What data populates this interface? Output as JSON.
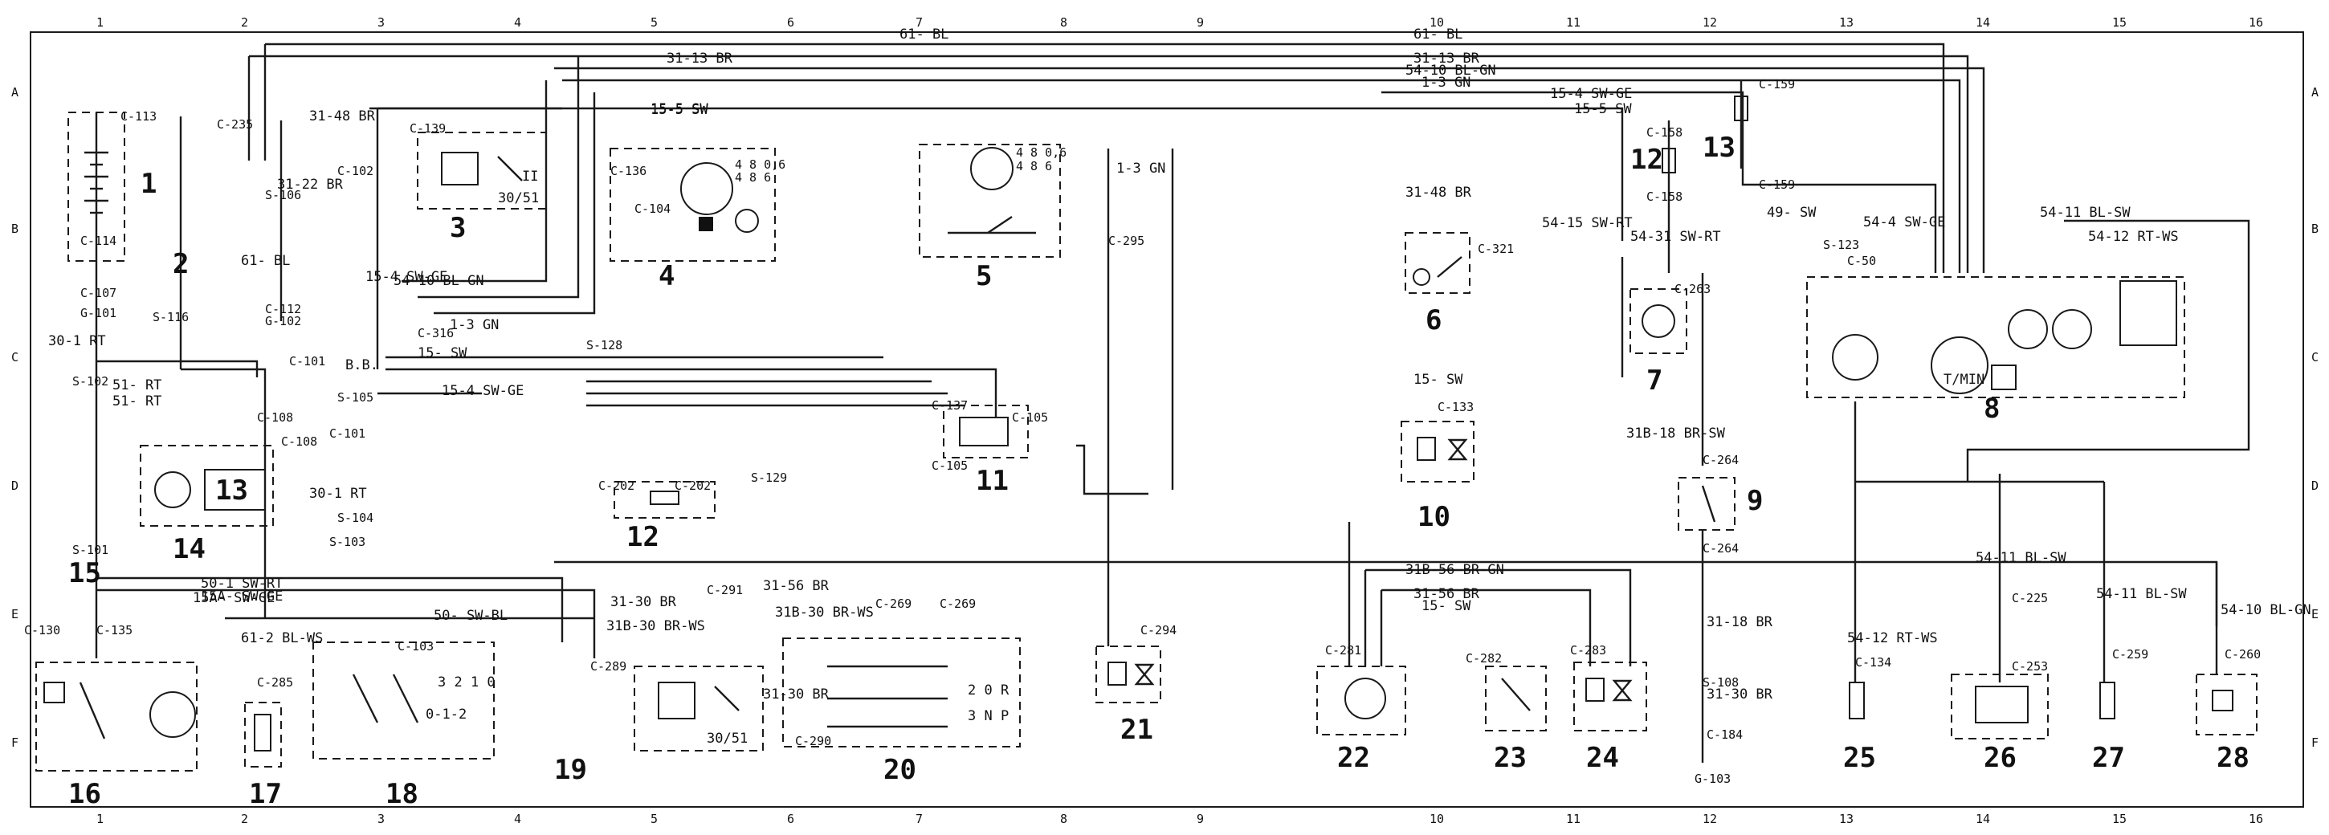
{
  "grid": {
    "cols_top": [
      "1",
      "2",
      "3",
      "4",
      "5",
      "6",
      "7",
      "8",
      "9",
      "10",
      "11",
      "12",
      "13",
      "14",
      "15",
      "16"
    ],
    "cols_bottom": [
      "1",
      "2",
      "3",
      "4",
      "5",
      "6",
      "7",
      "8",
      "9",
      "10",
      "11",
      "12",
      "13",
      "14",
      "15",
      "16"
    ],
    "rows_left": [
      "A",
      "B",
      "C",
      "D",
      "E",
      "F"
    ],
    "rows_right": [
      "A",
      "B",
      "C",
      "D",
      "E",
      "F"
    ]
  },
  "top_bus": [
    "61- BL",
    "31-13 BR",
    "54-10 BL-GN",
    "1-3 GN",
    "15-4 SW-GE",
    "15-5 SW"
  ],
  "bus_right_labels": [
    "61- BL",
    "31-13 BR",
    "54-10 BL-GN",
    "1-3 GN",
    "15-4 SW-GE",
    "15-5 SW"
  ],
  "wire_labels": [
    "31-48 BR",
    "31-22 BR",
    "61- BL",
    "30-1 RT",
    "51- RT",
    "51- RT",
    "30-1 RT",
    "15-4 SW-GE",
    "B.B.",
    "15-5 SW",
    "15- SW",
    "1-3 GN",
    "54-10 BL-GN",
    "15-4 SW-GE",
    "50-1 SW-RT",
    "15A- SW-GE",
    "61-2 BL-WS",
    "50- SW-BL",
    "31-30 BR",
    "31B-30 BR-WS",
    "31-56 BR",
    "31B-30 BR-WS",
    "31-30 BR",
    "54-15 SW-RT",
    "54-31 SW-RT",
    "49- SW",
    "54-4 SW-GE",
    "54-11 BL-SW",
    "54-12 RT-WS",
    "31B-18 BR-SW",
    "31-18 BR",
    "31-30 BR",
    "31B-56 BR-GN",
    "31-56 BR",
    "15- SW",
    "54-12 RT-WS",
    "54-11 BL-SW",
    "54-11 BL-SW",
    "54-10 BL-GN",
    "15A- SW-GE",
    "31-48 BR",
    "1-3 GN",
    "15- SW"
  ],
  "connectors": [
    "C-113",
    "C-114",
    "C-107",
    "G-101",
    "S-116",
    "C-235",
    "C-139",
    "C-102",
    "S-106",
    "C-112",
    "G-102",
    "C-316",
    "C-101",
    "S-105",
    "S-102",
    "C-108",
    "C-108",
    "S-101",
    "C-101",
    "S-104",
    "S-103",
    "C-130",
    "C-135",
    "C-285",
    "C-103",
    "C-289",
    "C-291",
    "C-290",
    "C-269",
    "C-269",
    "C-136",
    "C-104",
    "S-128",
    "C-202",
    "C-202",
    "S-129",
    "C-137",
    "C-105",
    "C-105",
    "C-295",
    "C-294",
    "C-321",
    "C-133",
    "C-158",
    "C-158",
    "C-159",
    "C-159",
    "C-263",
    "C-264",
    "C-264",
    "S-108",
    "C-184",
    "G-103",
    "S-123",
    "C-50",
    "C-281",
    "C-282",
    "C-283",
    "C-134",
    "C-225",
    "C-253",
    "C-259",
    "C-260"
  ],
  "components": [
    {
      "num": "1"
    },
    {
      "num": "2"
    },
    {
      "num": "3"
    },
    {
      "num": "4"
    },
    {
      "num": "5"
    },
    {
      "num": "6"
    },
    {
      "num": "7"
    },
    {
      "num": "8"
    },
    {
      "num": "9"
    },
    {
      "num": "10"
    },
    {
      "num": "11"
    },
    {
      "num": "12"
    },
    {
      "num": "13"
    },
    {
      "num": "14"
    },
    {
      "num": "15"
    },
    {
      "num": "16"
    },
    {
      "num": "17"
    },
    {
      "num": "18"
    },
    {
      "num": "19"
    },
    {
      "num": "20"
    },
    {
      "num": "21"
    },
    {
      "num": "22"
    },
    {
      "num": "23"
    },
    {
      "num": "24"
    },
    {
      "num": "25"
    },
    {
      "num": "26"
    },
    {
      "num": "27"
    },
    {
      "num": "28"
    }
  ],
  "fuse_labels": [
    "12",
    "13"
  ],
  "misc_labels": [
    "T/MIN",
    "30/51",
    "30/51",
    "II",
    "0-1-2",
    "3 2 1 0",
    "2 0 R",
    "3 N P",
    "4 8 0,6",
    "4 8 6",
    "4 8 0,6",
    "4 8 6"
  ]
}
